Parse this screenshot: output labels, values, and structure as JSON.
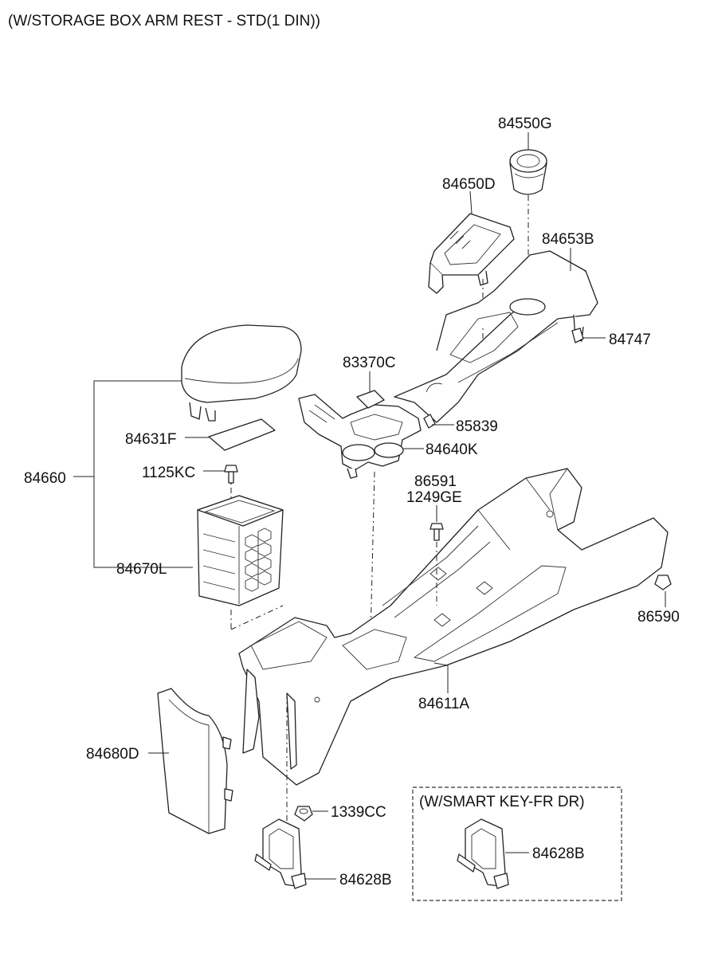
{
  "title": "(W/STORAGE BOX ARM REST - STD(1 DIN))",
  "parts": {
    "p84550G": "84550G",
    "p84650D": "84650D",
    "p84653B": "84653B",
    "p84747": "84747",
    "p83370C": "83370C",
    "p85839": "85839",
    "p84640K": "84640K",
    "p84660": "84660",
    "p84631F": "84631F",
    "p1125KC": "1125KC",
    "p84670L": "84670L",
    "p86591": "86591",
    "p1249GE": "1249GE",
    "p86590": "86590",
    "p84611A": "84611A",
    "p84680D": "84680D",
    "p1339CC": "1339CC",
    "p84628B": "84628B"
  },
  "inset": {
    "title": "(W/SMART KEY-FR DR)",
    "part": "84628B"
  }
}
